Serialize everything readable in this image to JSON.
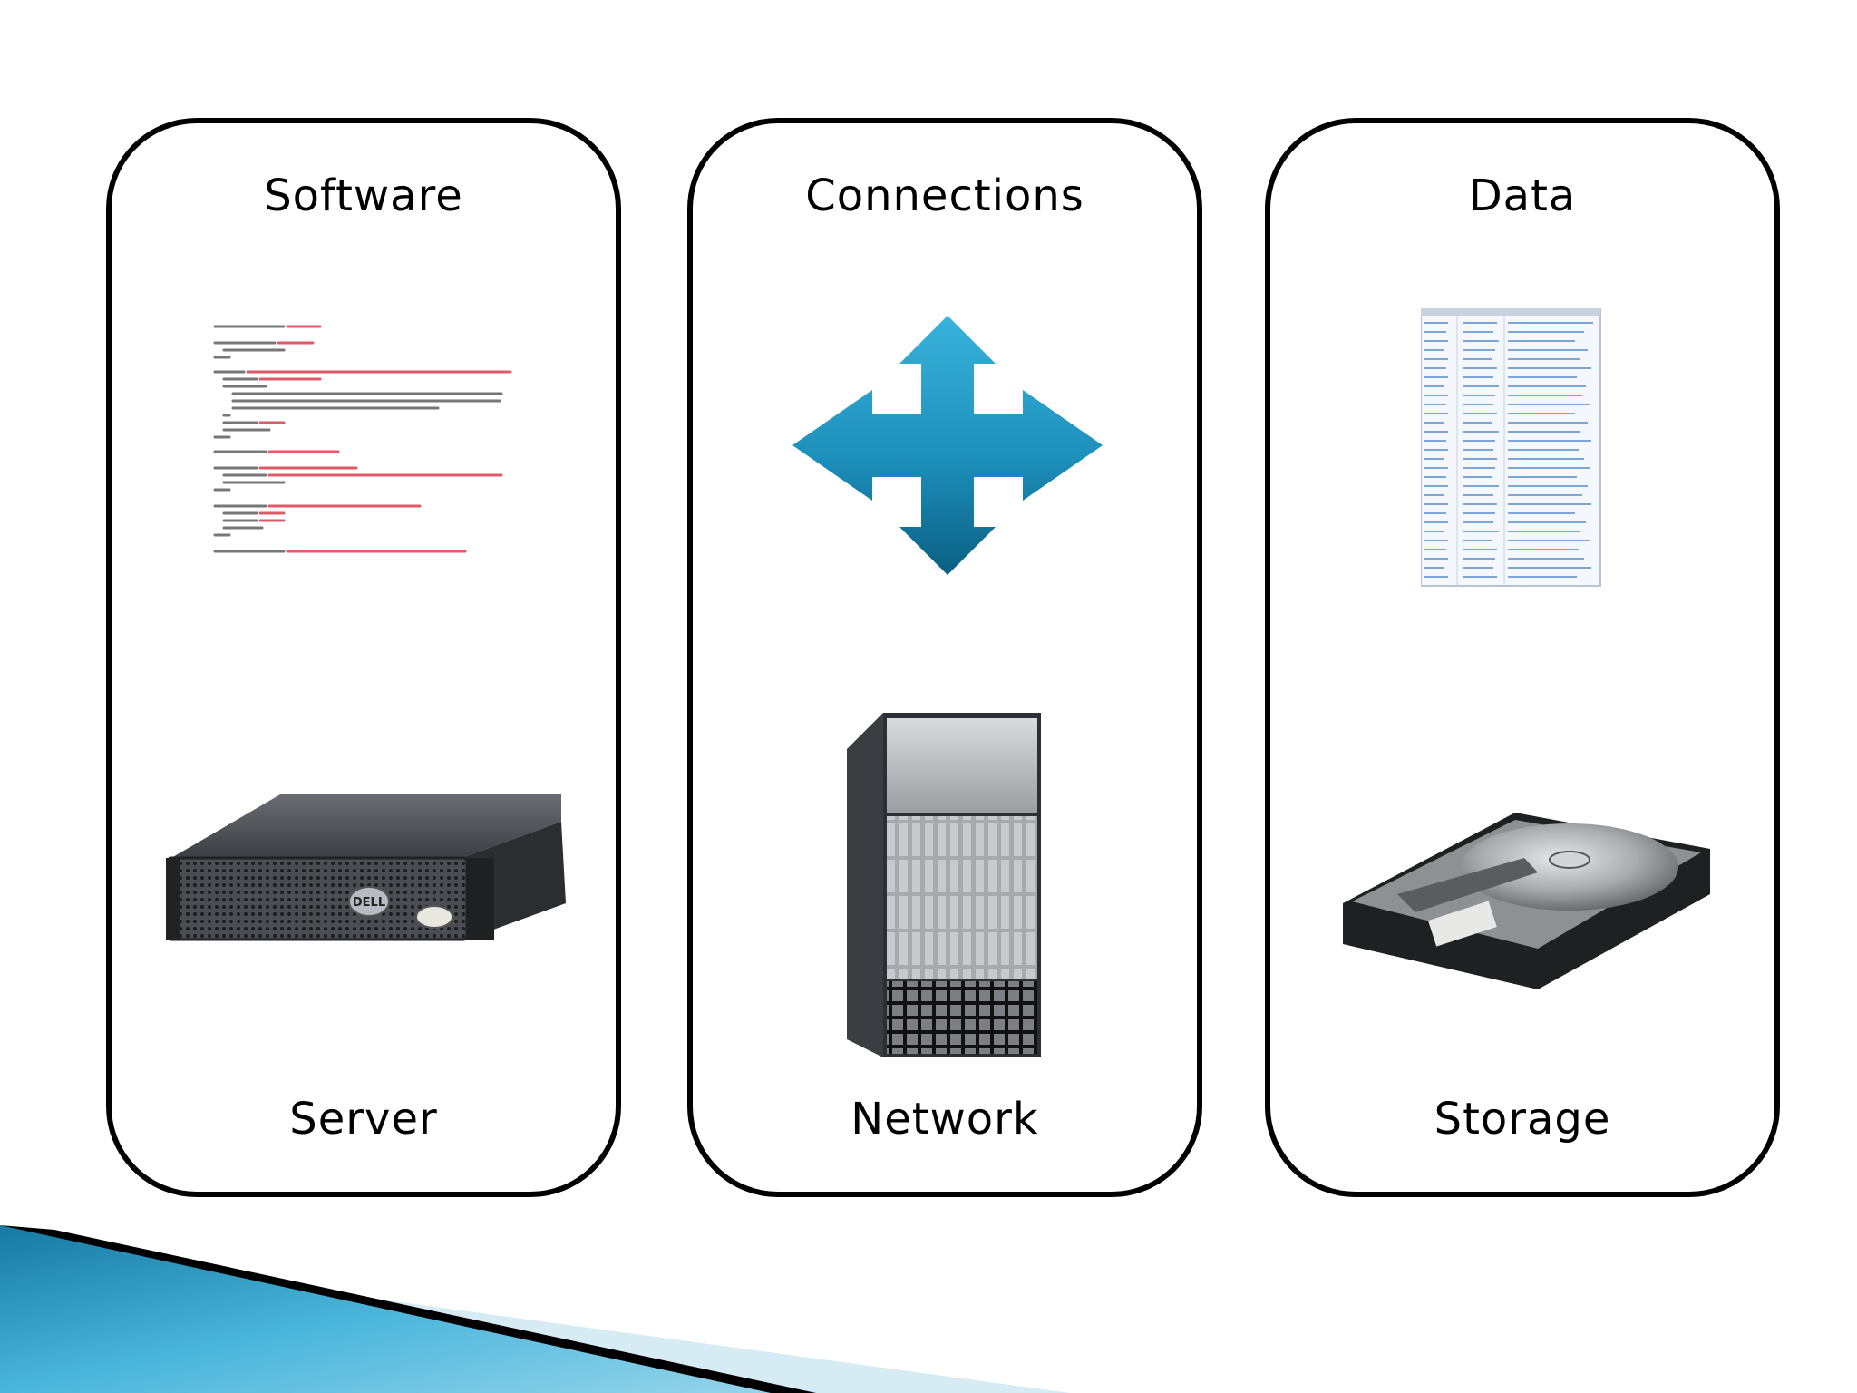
{
  "panels": [
    {
      "top_label": "Software",
      "bottom_label": "Server",
      "top_icon": "code-listing-icon",
      "bottom_icon": "rack-server-icon"
    },
    {
      "top_label": "Connections",
      "bottom_label": "Network",
      "top_icon": "four-way-arrows-icon",
      "bottom_icon": "network-switch-chassis-icon"
    },
    {
      "top_label": "Data",
      "bottom_label": "Storage",
      "top_icon": "data-table-icon",
      "bottom_icon": "hard-disk-drive-icon"
    }
  ],
  "server_brand": "DELL",
  "colors": {
    "accent": "#1a8fb8",
    "accent_dark": "#0a5e80",
    "corner_light": "#cfe6f0"
  }
}
